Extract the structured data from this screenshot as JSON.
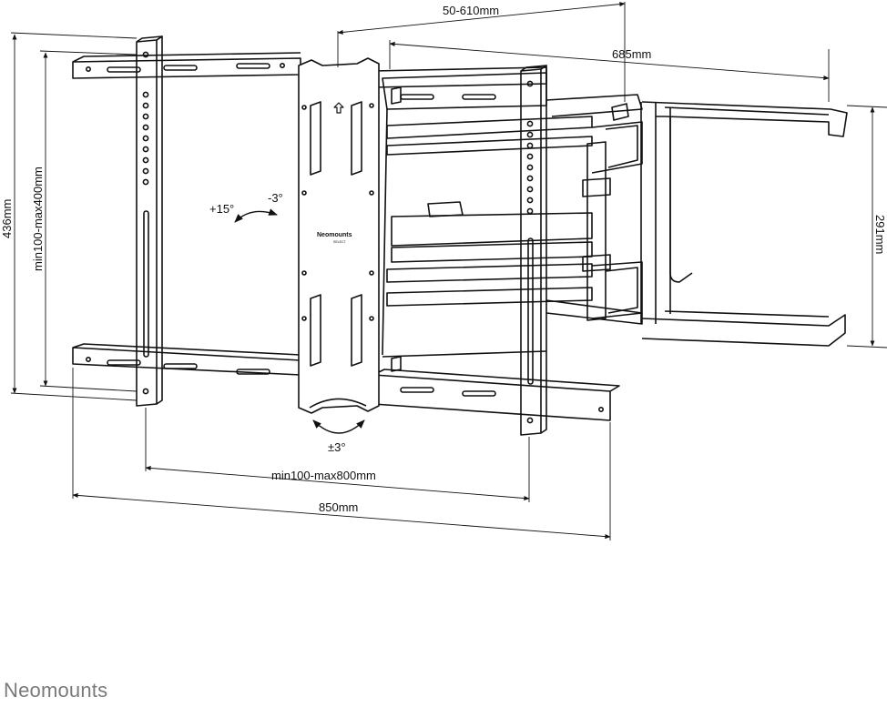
{
  "brand": {
    "logo_text": "Neomounts",
    "plate_text": "Neomounts",
    "plate_subtext": "SELECT"
  },
  "dimensions": {
    "arm_depth": "50-610mm",
    "arm_length": "685mm",
    "bracket_height": "436mm",
    "vesa_vertical": "min100-max400mm",
    "wall_plate_height": "291mm",
    "vesa_horizontal": "min100-max800mm",
    "bracket_width": "850mm"
  },
  "angles": {
    "tilt_up": "+15°",
    "tilt_down": "-3°",
    "swivel": "±3°"
  },
  "colors": {
    "line": "#111111",
    "logo": "#7a7a7a"
  }
}
